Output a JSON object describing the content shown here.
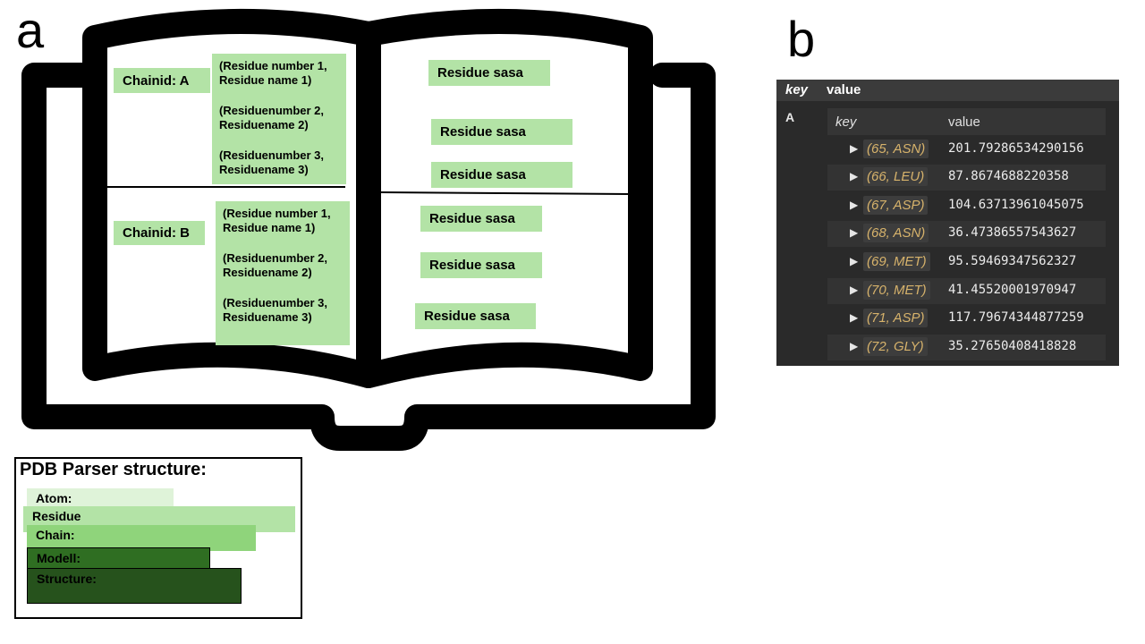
{
  "panel_a": {
    "letter": "a"
  },
  "panel_b": {
    "letter": "b"
  },
  "book": {
    "left_page": {
      "top_chain": {
        "label": "Chainid: A",
        "residues": [
          "(Residue number 1, Residue name 1)",
          "(Residuenumber 2, Residuename 2)",
          "(Residuenumber 3, Residuename 3)"
        ]
      },
      "bottom_chain": {
        "label": "Chainid: B",
        "residues": [
          "(Residue number 1, Residue name 1)",
          "(Residuenumber 2, Residuename 2)",
          "(Residuenumber 3, Residuename 3)"
        ]
      }
    },
    "right_page": {
      "sasa_labels": [
        "Residue sasa",
        "Residue sasa",
        "Residue sasa",
        "Residue sasa",
        "Residue sasa",
        "Residue sasa"
      ]
    }
  },
  "parser_structure": {
    "title": "PDB Parser structure:",
    "levels": [
      {
        "label": "Atom:",
        "color": "#dff3d9"
      },
      {
        "label": "Residue",
        "color": "#b3e3a6"
      },
      {
        "label": "Chain:",
        "color": "#8fd47b"
      },
      {
        "label": "Modell:",
        "color": "#2f6e22"
      },
      {
        "label": "Structure:",
        "color": "#26521c"
      }
    ]
  },
  "viewer": {
    "header": {
      "key": "key",
      "value": "value"
    },
    "outer_key": "A",
    "inner_header": {
      "key": "key",
      "value": "value"
    },
    "rows": [
      {
        "key": "(65, ASN)",
        "value": "201.79286534290156"
      },
      {
        "key": "(66, LEU)",
        "value": "87.8674688220358"
      },
      {
        "key": "(67, ASP)",
        "value": "104.63713961045075"
      },
      {
        "key": "(68, ASN)",
        "value": "36.47386557543627"
      },
      {
        "key": "(69, MET)",
        "value": "95.59469347562327"
      },
      {
        "key": "(70, MET)",
        "value": "41.45520001970947"
      },
      {
        "key": "(71, ASP)",
        "value": "117.79674344877259"
      },
      {
        "key": "(72, GLY)",
        "value": "35.27650408418828"
      }
    ],
    "colors": {
      "background": "#2a2a2a",
      "key_text": "#d6b26b"
    }
  }
}
